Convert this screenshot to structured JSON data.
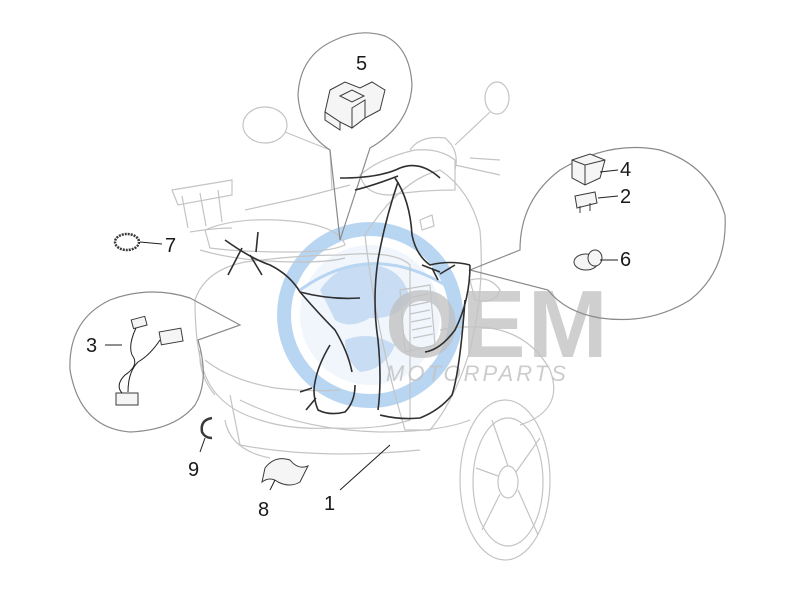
{
  "watermark": {
    "brand": "OEM",
    "tagline": "MOTORPARTS",
    "brand_color": "#c0c0c0",
    "globe_color": "#4a90d9"
  },
  "parts": [
    {
      "id": "1",
      "label": "1"
    },
    {
      "id": "2",
      "label": "2"
    },
    {
      "id": "3",
      "label": "3"
    },
    {
      "id": "4",
      "label": "4"
    },
    {
      "id": "5",
      "label": "5"
    },
    {
      "id": "6",
      "label": "6"
    },
    {
      "id": "7",
      "label": "7"
    },
    {
      "id": "8",
      "label": "8"
    },
    {
      "id": "9",
      "label": "9"
    }
  ]
}
